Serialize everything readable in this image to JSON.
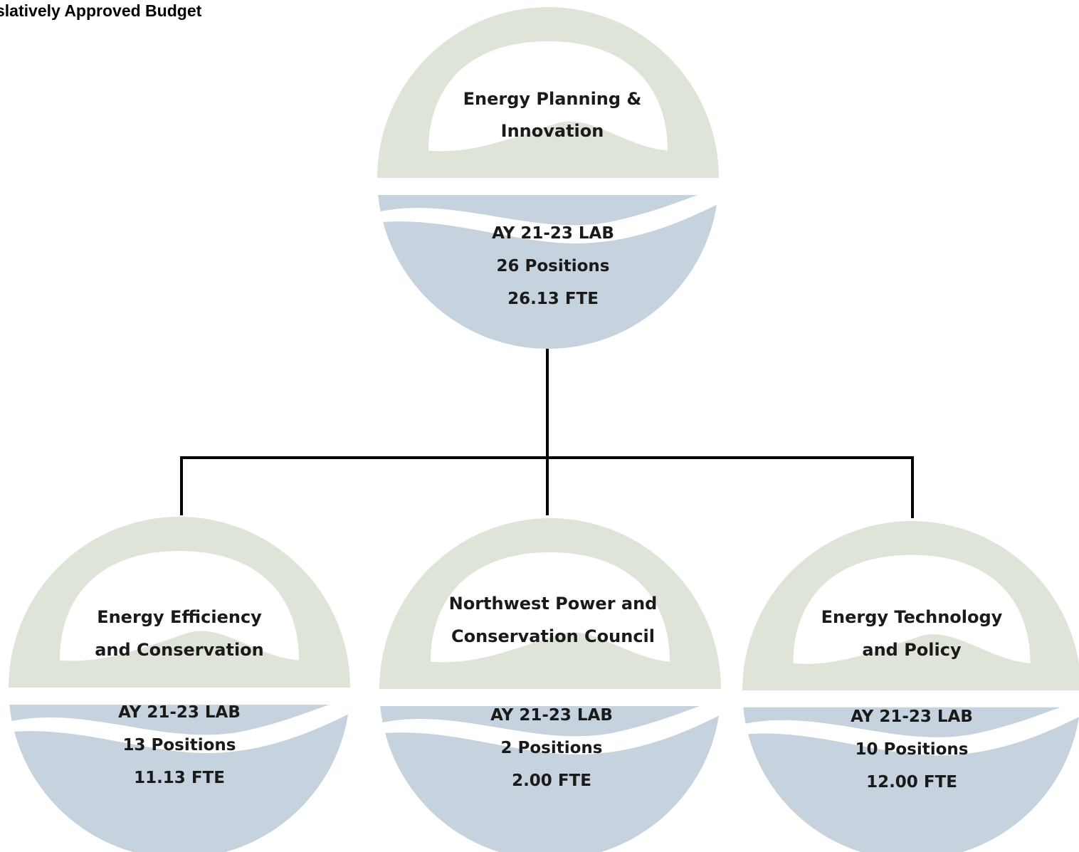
{
  "page": {
    "heading": "slatively Approved Budget"
  },
  "colors": {
    "cap": "#dfe4d8",
    "base": "#c6d2de",
    "connector": "#000000",
    "text": "#1a1a1a"
  },
  "nodes": {
    "root": {
      "title_line1": "Energy Planning &",
      "title_line2": "Innovation",
      "stat_line1": "AY 21-23 LAB",
      "stat_line2": "26 Positions",
      "stat_line3": "26.13 FTE"
    },
    "efficiency": {
      "title_line1": "Energy Efficiency",
      "title_line2": "and Conservation",
      "stat_line1": "AY 21-23 LAB",
      "stat_line2": "13 Positions",
      "stat_line3": "11.13 FTE"
    },
    "northwest": {
      "title_line1": "Northwest Power and",
      "title_line2": "Conservation Council",
      "stat_line1": "AY 21-23 LAB",
      "stat_line2": "2 Positions",
      "stat_line3": "2.00 FTE"
    },
    "technology": {
      "title_line1": "Energy Technology",
      "title_line2": "and Policy",
      "stat_line1": "AY 21-23 LAB",
      "stat_line2": "10 Positions",
      "stat_line3": "12.00 FTE"
    }
  }
}
